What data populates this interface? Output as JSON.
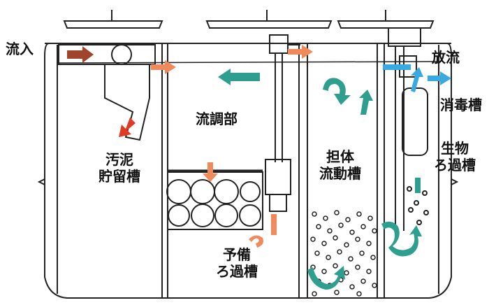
{
  "diagram": {
    "labels": {
      "inflow": "流入",
      "outflow": "放流",
      "disinfection": "消毒槽",
      "flow_adjust": "流調部",
      "sludge_storage": [
        "汚泥",
        "貯留槽"
      ],
      "carrier_fluid": [
        "担体",
        "流動槽"
      ],
      "bio_filter": [
        "生物",
        "ろ過槽"
      ],
      "pre_filter": [
        "予備",
        "ろ過槽"
      ]
    },
    "colors": {
      "inflow_arrow": "#a0442e",
      "transfer_arrow": "#f08a5d",
      "settle_arrow": "#e03a25",
      "circulation_arrow": "#2e9e8f",
      "outflow_arrow": "#3aa9e0",
      "outline": "#222222"
    }
  }
}
